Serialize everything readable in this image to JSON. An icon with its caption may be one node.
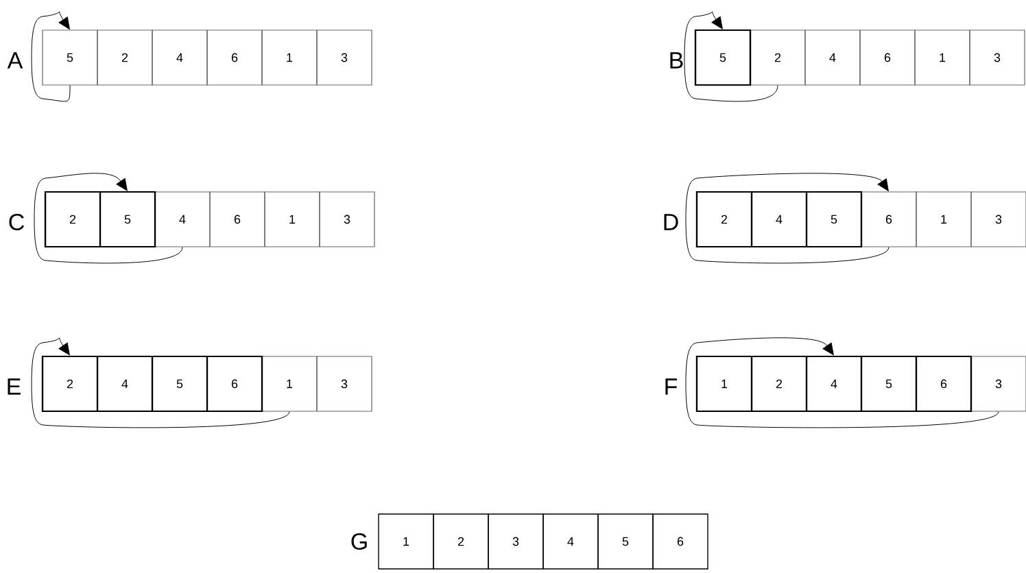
{
  "diagram": {
    "nodes": [
      {
        "text": [
          "5"
        ]
      },
      {
        "text": [
          "2"
        ]
      },
      {
        "text": [
          "4"
        ]
      },
      {
        "text": [
          "6"
        ]
      },
      {
        "text": [
          "1"
        ]
      },
      {
        "text": [
          "3"
        ]
      },
      {
        "text": [],
        "shape": "box"
      },
      {
        "text": [
          "5"
        ],
        "in": 6
      },
      {
        "text": [
          "2"
        ]
      },
      {
        "text": [
          "4"
        ]
      },
      {
        "text": [
          "6"
        ]
      },
      {
        "text": [
          "1"
        ]
      },
      {
        "text": [
          "3"
        ]
      },
      {
        "text": [],
        "shape": "box"
      },
      {
        "text": [
          "2"
        ],
        "in": 13
      },
      {
        "text": [
          "5"
        ],
        "in": 13
      },
      {
        "text": [
          "4"
        ]
      },
      {
        "text": [
          "6"
        ]
      },
      {
        "text": [
          "1"
        ]
      },
      {
        "text": [
          "3"
        ]
      },
      {
        "text": [],
        "shape": "box"
      },
      {
        "text": [
          "2"
        ],
        "in": 20
      },
      {
        "text": [
          "4"
        ],
        "in": 20
      },
      {
        "text": [
          "5"
        ],
        "in": 20
      },
      {
        "text": [
          "6"
        ]
      },
      {
        "text": [
          "1"
        ]
      },
      {
        "text": [
          "3"
        ]
      },
      {
        "text": [],
        "shape": "box"
      },
      {
        "text": [
          "2"
        ],
        "in": 27
      },
      {
        "text": [
          "4"
        ],
        "in": 27
      },
      {
        "text": [
          "5"
        ],
        "in": 27
      },
      {
        "text": [
          "6"
        ],
        "in": 27
      },
      {
        "text": [
          "1"
        ]
      },
      {
        "text": [
          "3"
        ]
      },
      {
        "text": [],
        "shape": "box"
      },
      {
        "text": [
          "1"
        ],
        "in": 34
      },
      {
        "text": [
          "2"
        ],
        "in": 34
      },
      {
        "text": [
          "4"
        ],
        "in": 34
      },
      {
        "text": [
          "5"
        ],
        "in": 34
      },
      {
        "text": [
          "6"
        ],
        "in": 34
      },
      {
        "text": [
          "3"
        ]
      },
      {
        "text": [
          "1"
        ]
      },
      {
        "text": [
          "2"
        ]
      },
      {
        "text": [
          "3"
        ]
      },
      {
        "text": [
          "4"
        ]
      },
      {
        "text": [
          "5"
        ]
      },
      {
        "text": [
          "6"
        ]
      }
    ],
    "edges": [
      {
        "from": 0,
        "to": 0,
        "arrow": "to"
      },
      {
        "from": 8,
        "to": 7,
        "arrow": "to"
      },
      {
        "from": 16,
        "to": 15,
        "arrow": "to"
      },
      {
        "from": 24,
        "to": 24,
        "arrow": "to"
      },
      {
        "from": 32,
        "to": 28,
        "arrow": "to"
      },
      {
        "from": 40,
        "to": 37,
        "arrow": "to"
      }
    ],
    "labels": [
      "A",
      "B",
      "C",
      "D",
      "E",
      "F",
      "G"
    ]
  }
}
